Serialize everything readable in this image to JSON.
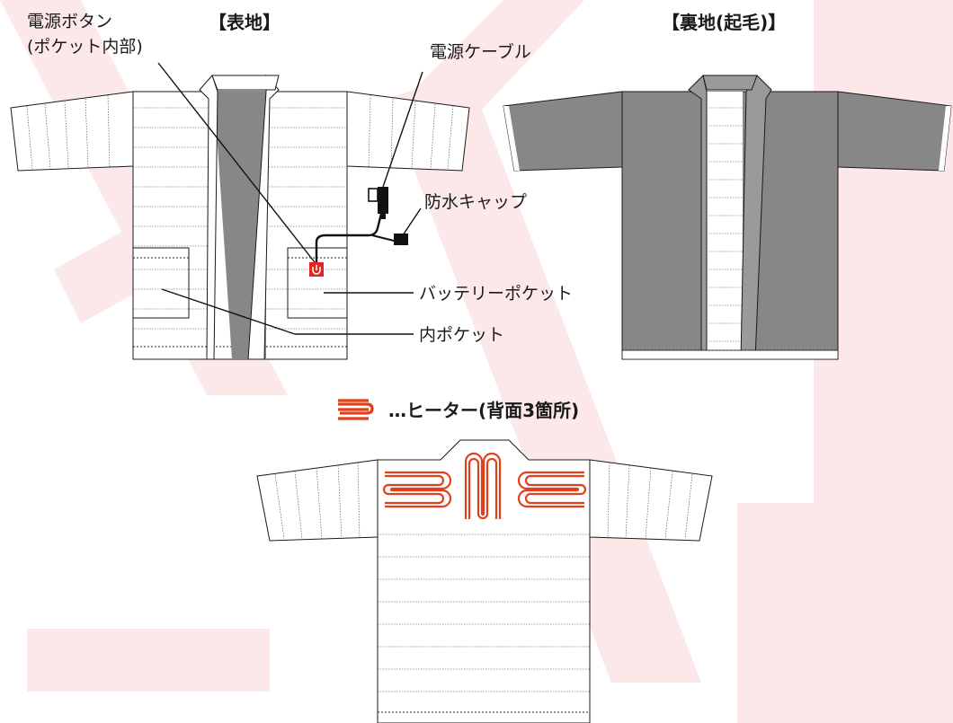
{
  "titles": {
    "front": "【表地】",
    "back": "【裏地(起毛)】",
    "heater_legend": "…ヒーター(背面3箇所)"
  },
  "labels": {
    "power_button_line1": "電源ボタン",
    "power_button_line2": "(ポケット内部)",
    "power_cable": "電源ケーブル",
    "waterproof_cap": "防水キャップ",
    "battery_pocket": "バッテリーポケット",
    "inner_pocket": "内ポケット"
  },
  "colors": {
    "heater": "#e2401c",
    "lining_gray": "#878787",
    "collar_gray": "#9a9a9a",
    "watermark": "#fce7e7",
    "power_button": "#e5231f"
  },
  "icons": {
    "power_button": "power-switch-icon",
    "heater_legend": "heater-coil-icon"
  }
}
